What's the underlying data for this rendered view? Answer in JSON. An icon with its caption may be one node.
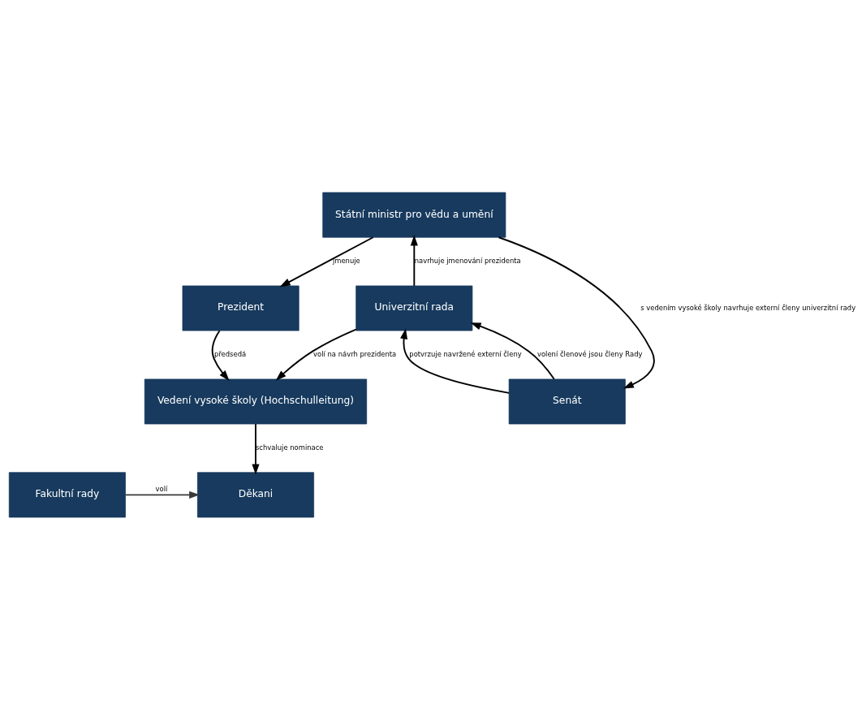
{
  "diagram": {
    "nodes": [
      {
        "text": [
          "Státní ministr pro vědu a umění"
        ]
      },
      {
        "text": [
          "Univerzitní rada"
        ]
      },
      {
        "text": [
          "Prezident"
        ]
      },
      {
        "text": [
          "Senát"
        ]
      },
      {
        "text": [
          "Vedení vysoké školy (Hochschulleitung)"
        ]
      },
      {
        "text": [
          "Děkani"
        ]
      },
      {
        "text": [
          "Fakultní rady"
        ]
      }
    ],
    "edges": [
      {
        "from": 0,
        "to": 3,
        "arrow": "to",
        "label": "s vedením vysoké školy navrhuje externí členy univerzitní rady"
      },
      {
        "from": 1,
        "to": 0,
        "arrow": "to",
        "label": "navrhuje jmenování prezidenta"
      },
      {
        "from": 0,
        "to": 2,
        "arrow": "to",
        "label": "jmenuje"
      },
      {
        "from": 3,
        "to": 1,
        "arrow": "to",
        "label": "potvrzuje navržené externí členy"
      },
      {
        "from": 3,
        "to": 1,
        "arrow": "to",
        "label": "volení členové jsou členy Rady"
      },
      {
        "from": 2,
        "to": 4,
        "arrow": "to",
        "label": "předsedá"
      },
      {
        "from": 1,
        "to": 4,
        "arrow": "to",
        "label": "volí na návrh prezidenta"
      },
      {
        "from": 4,
        "to": 5,
        "arrow": "to",
        "label": "schvaluje nominace"
      },
      {
        "from": 6,
        "to": 5,
        "arrow": "to",
        "label": "volí",
        "color": "#3a3a3a"
      }
    ]
  }
}
